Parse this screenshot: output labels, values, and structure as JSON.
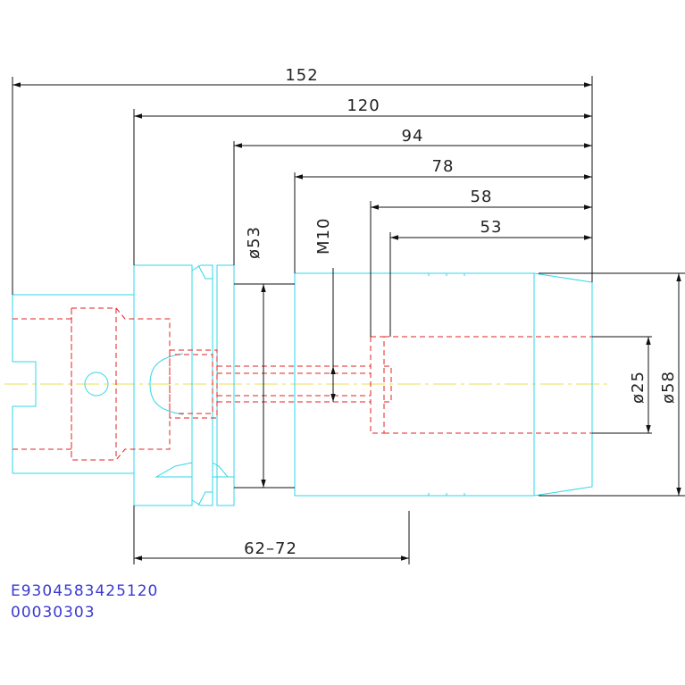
{
  "colors": {
    "outline": "#2fd7e8",
    "hidden": "#e02020",
    "dimension": "#111111",
    "centerline": "#e8e050",
    "code_text": "#3a3ad0"
  },
  "dimensions": {
    "overall_length": "152",
    "gauge_length": "120",
    "length_94": "94",
    "length_78": "78",
    "length_58": "58",
    "length_53": "53",
    "dia_53": "ø53",
    "thread": "M10",
    "dia_25": "ø25",
    "dia_58": "ø58",
    "adjust_range": "62–72"
  },
  "part_code": {
    "line1": "E9304583425120",
    "line2": "00030303"
  }
}
